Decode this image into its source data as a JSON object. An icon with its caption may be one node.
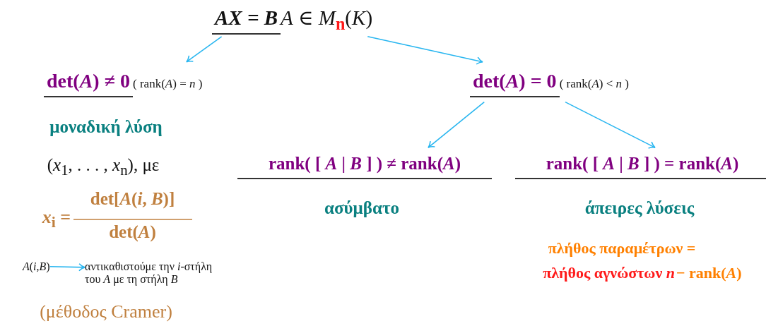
{
  "diagram": {
    "nodes": [
      {
        "text": [
          "*AX* = *B*"
        ],
        "beside": [
          "*A* ∈ *M*$_{n}$(*K*)"
        ]
      },
      {
        "text": [
          "det(*A*) ≠ 0"
        ],
        "beside": [
          "( rank(*A*) = *n* )"
        ]
      },
      {
        "text": [
          "det(*A*) = 0"
        ],
        "beside": [
          "( rank(*A*) < *n* )"
        ]
      },
      {
        "text": [
          "rank( [ *A* | *B* ] ) ≠ rank(*A*)"
        ]
      },
      {
        "text": [
          "rank( [ *A* | *B* ] ) = rank(*A*)"
        ]
      },
      {
        "text": [
          "*A*(*i*,*B*)"
        ]
      },
      {
        "text": [
          "αντικαθιστούμε την *i*-στήλη του *A* με τη στήλη *B*"
        ]
      }
    ],
    "edges": [
      {
        "from": 0,
        "to": 1,
        "arrow": "to"
      },
      {
        "from": 0,
        "to": 2,
        "arrow": "to"
      },
      {
        "from": 2,
        "to": 3,
        "arrow": "to"
      },
      {
        "from": 2,
        "to": 4,
        "arrow": "to"
      },
      {
        "from": 5,
        "to": 6,
        "arrow": "to"
      }
    ],
    "labels": [
      "μοναδική λύση",
      "(*x*$_{1}$, . . . , *x*$_{n}$),  με",
      "*x*$_{i}$ =",
      "det[*A*(*i*, *B*)]",
      "det(*A*)",
      "(μέθοδος Cramer)",
      "ασύμβατο",
      "άπειρες λύσεις",
      "πλήθος παραμέτρων =",
      "πλήθος αγνώστων *n*",
      "− rank(*A*)"
    ]
  }
}
